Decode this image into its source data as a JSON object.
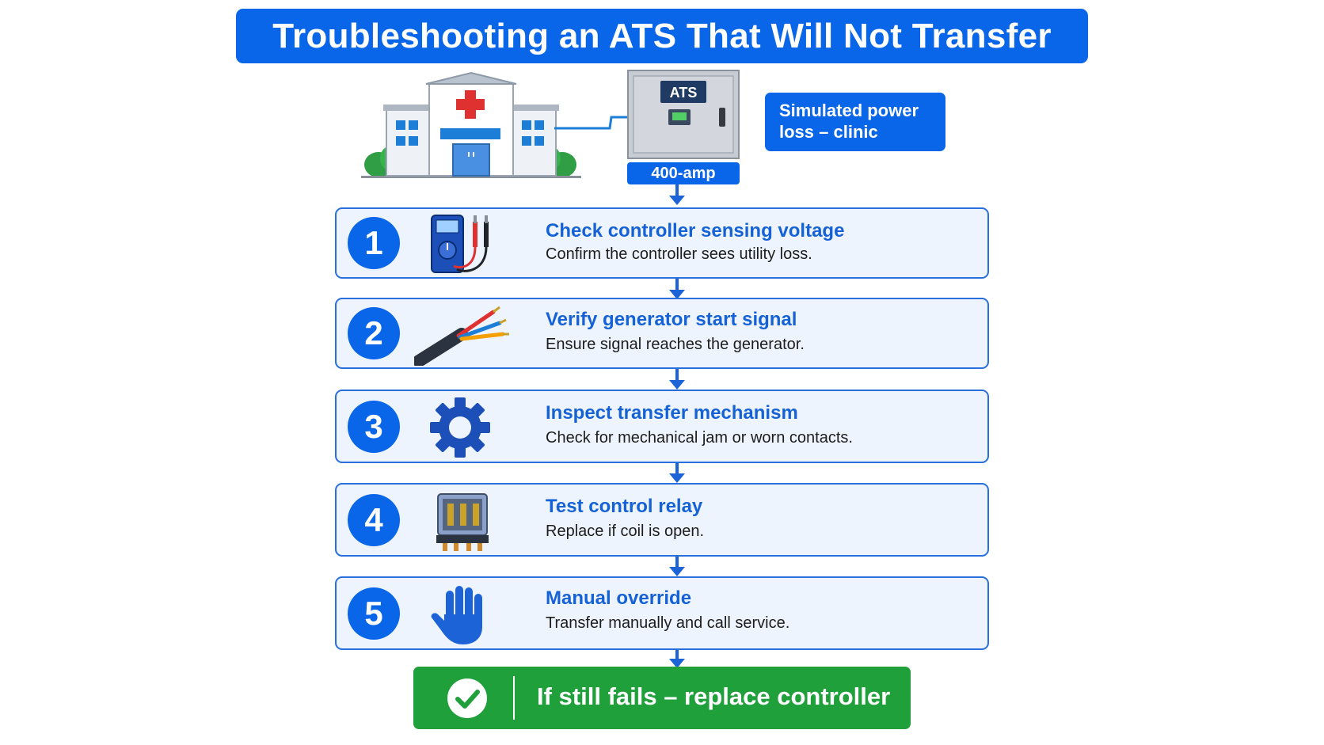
{
  "title": "Troubleshooting an ATS That Will Not Transfer",
  "ats": {
    "panel_label": "ATS",
    "rating_label": "400-amp"
  },
  "scenario": {
    "label": "Simulated power loss – clinic"
  },
  "steps": [
    {
      "number": "1",
      "title": "Check controller sensing voltage",
      "description": "Confirm the controller sees utility loss.",
      "icon": "multimeter-icon"
    },
    {
      "number": "2",
      "title": "Verify generator start signal",
      "description": "Ensure signal reaches the generator.",
      "icon": "cable-icon"
    },
    {
      "number": "3",
      "title": "Inspect transfer mechanism",
      "description": "Check for mechanical jam or worn contacts.",
      "icon": "gear-icon"
    },
    {
      "number": "4",
      "title": "Test control relay",
      "description": "Replace if coil is open.",
      "icon": "relay-icon"
    },
    {
      "number": "5",
      "title": "Manual override",
      "description": "Transfer manually and call service.",
      "icon": "hand-icon"
    }
  ],
  "final": {
    "label": "If still fails – replace controller",
    "icon": "checkmark-icon"
  },
  "colors": {
    "primary_blue": "#0a66e8",
    "step_bg": "#eef4fd",
    "success_green": "#20a03a"
  }
}
